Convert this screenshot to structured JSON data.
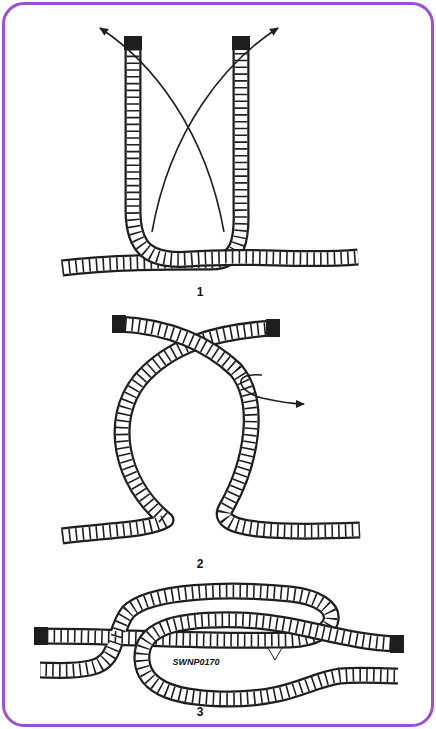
{
  "diagram": {
    "labels": [
      "1",
      "2",
      "3",
      "SWNP0170"
    ]
  }
}
